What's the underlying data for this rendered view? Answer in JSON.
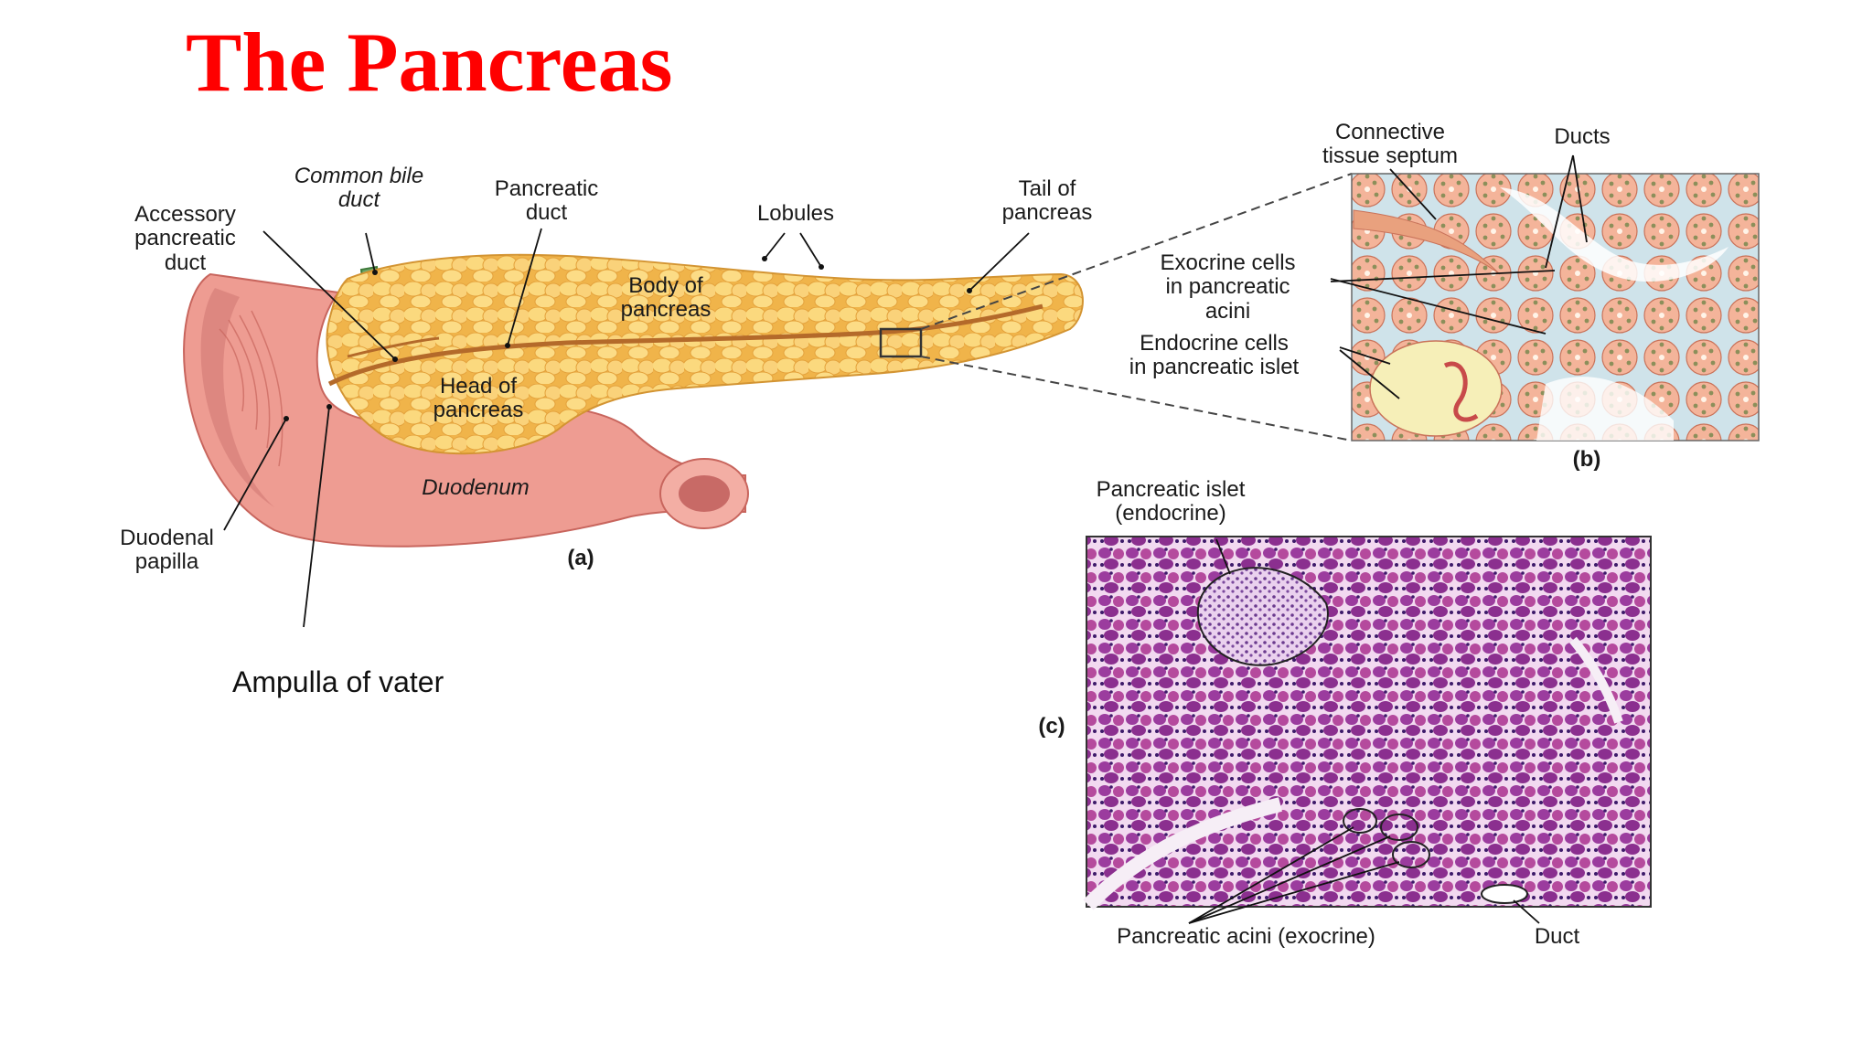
{
  "slide": {
    "title": "The Pancreas",
    "caption": "Ampulla of vater"
  },
  "panel_a": {
    "letter": "(a)",
    "labels": {
      "common_bile_duct": "Common bile\nduct",
      "accessory_pancreatic_duct": "Accessory\npancreatic\nduct",
      "pancreatic_duct": "Pancreatic\nduct",
      "lobules": "Lobules",
      "tail_of_pancreas": "Tail of\npancreas",
      "body_of_pancreas": "Body of\npancreas",
      "head_of_pancreas": "Head of\npancreas",
      "duodenum": "Duodenum",
      "duodenal_papilla": "Duodenal\npapilla"
    }
  },
  "panel_b": {
    "letter": "(b)",
    "labels": {
      "connective_tissue_septum": "Connective\ntissue septum",
      "ducts": "Ducts",
      "exocrine_cells": "Exocrine cells\nin pancreatic\nacini",
      "endocrine_cells": "Endocrine cells\nin pancreatic islet"
    }
  },
  "panel_c": {
    "letter": "(c)",
    "labels": {
      "pancreatic_islet": "Pancreatic islet\n(endocrine)",
      "pancreatic_acini": "Pancreatic acini (exocrine)",
      "duct": "Duct"
    }
  },
  "colors": {
    "title": "#ff0000",
    "pancreas": "#f6c85f",
    "duodenum": "#e8908a",
    "histology_stain": "#8a3a9a"
  }
}
